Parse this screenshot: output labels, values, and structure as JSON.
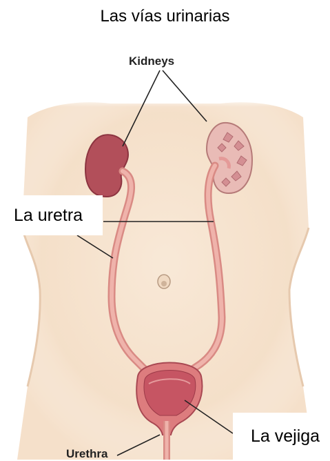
{
  "title": "Las vías urinarias",
  "labels": {
    "kidneys": "Kidneys",
    "urethra": "Urethra",
    "uretra": "La uretra",
    "vejiga": "La vejiga"
  },
  "colors": {
    "skin": "#f6e3cf",
    "skin_shadow": "#ead0b6",
    "kidney": "#b5515b",
    "kidney_section": "#e8b6b2",
    "ureter": "#e9a39a",
    "bladder": "#d96f73",
    "bladder_inner": "#c85060"
  }
}
